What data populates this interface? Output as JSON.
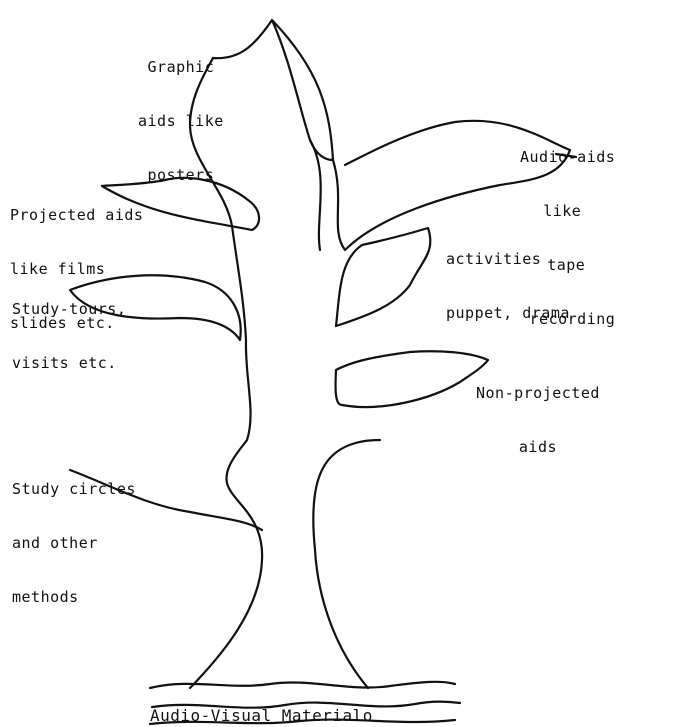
{
  "caption": "Audio-Visual Materialo",
  "labels": {
    "graphic": [
      "Graphic",
      "aids like",
      "posters"
    ],
    "audio": [
      "Audio-aids",
      "like",
      "tape",
      "recording"
    ],
    "projected": [
      "Projected aids",
      "like films",
      "slides etc."
    ],
    "activities": [
      "activities",
      "puppet, drama"
    ],
    "study_tours": [
      "Study-tours,",
      "visits etc."
    ],
    "non_projected": [
      "Non-projected",
      "aids"
    ],
    "study_circles": [
      "Study circles",
      "and other",
      "methods"
    ]
  },
  "colors": {
    "ink": "#111111",
    "paper": "#ffffff"
  }
}
